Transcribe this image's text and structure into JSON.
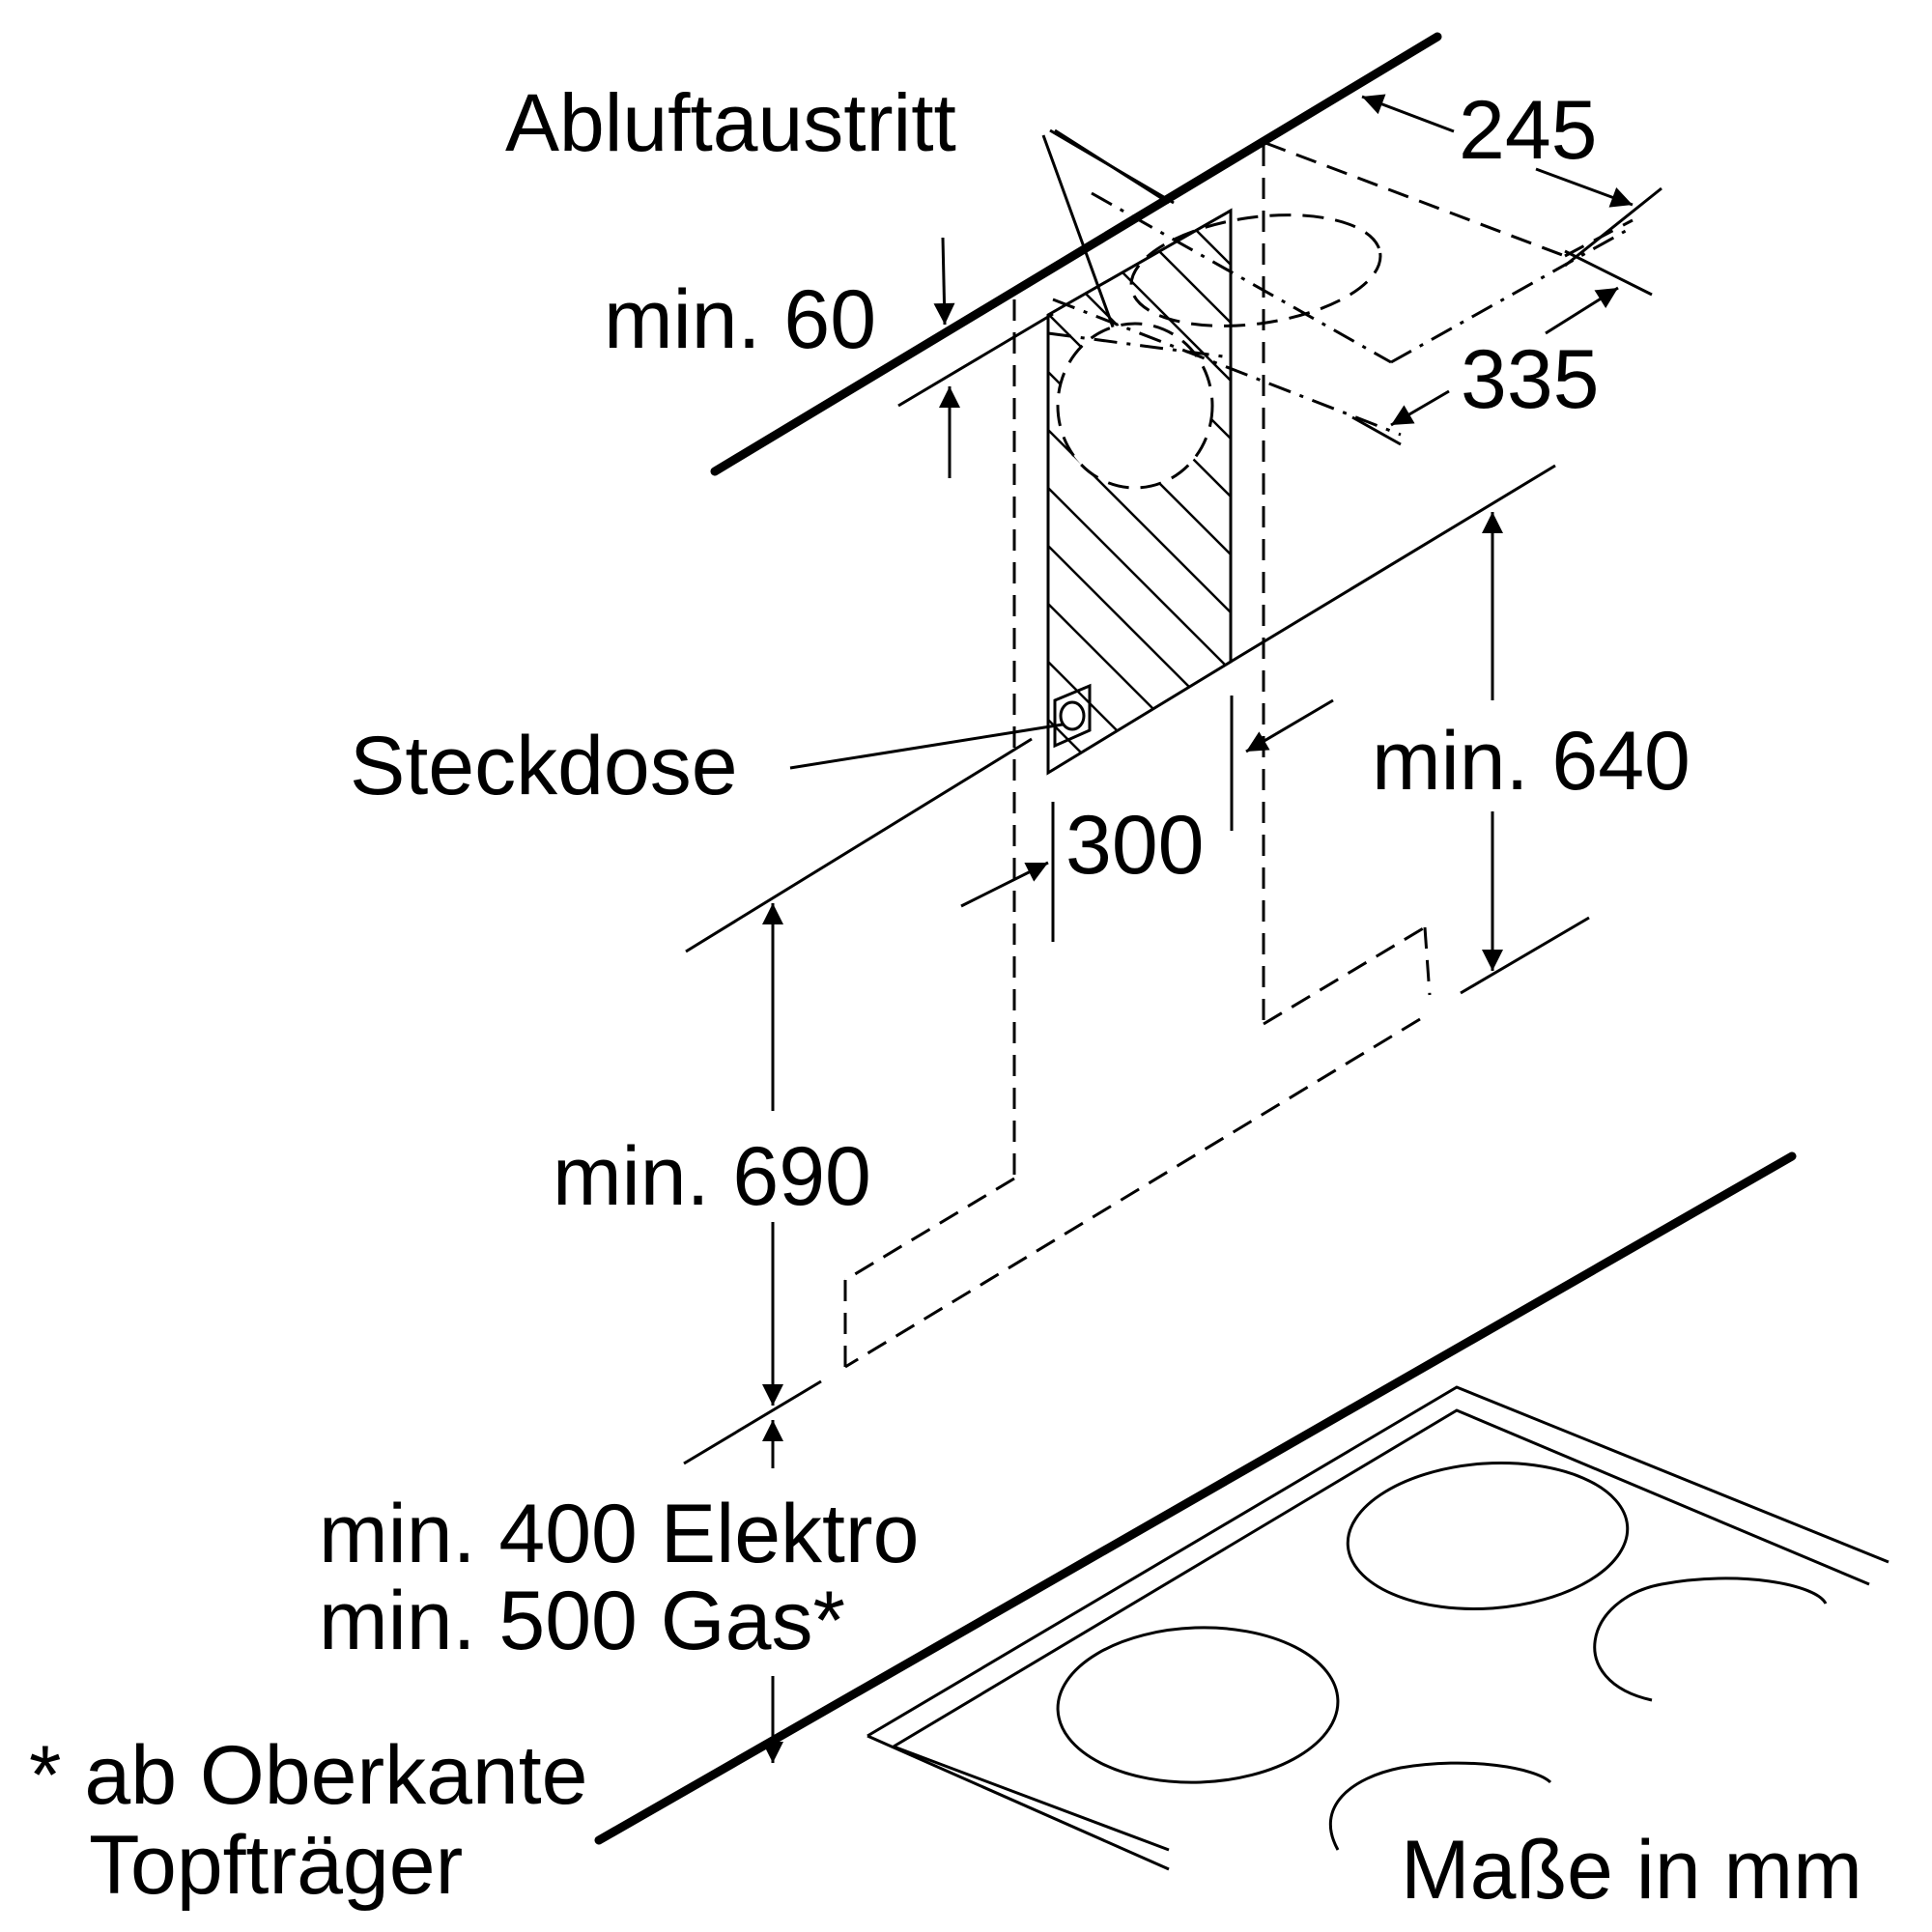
{
  "labels": {
    "abluftaustritt": "Abluftaustritt",
    "dim_245": "245",
    "dim_335": "335",
    "min_60": "min. 60",
    "steckdose": "Steckdose",
    "dim_300": "300",
    "min_640": "min. 640",
    "min_690": "min. 690",
    "min_400_elektro": "min. 400 Elektro",
    "min_500_gas": "min. 500 Gas*",
    "footnote_line1": "* ab Oberkante",
    "footnote_line2": "Topfträger",
    "units_note": "Maße in mm"
  },
  "colors": {
    "line": "#000000",
    "background": "#ffffff"
  }
}
